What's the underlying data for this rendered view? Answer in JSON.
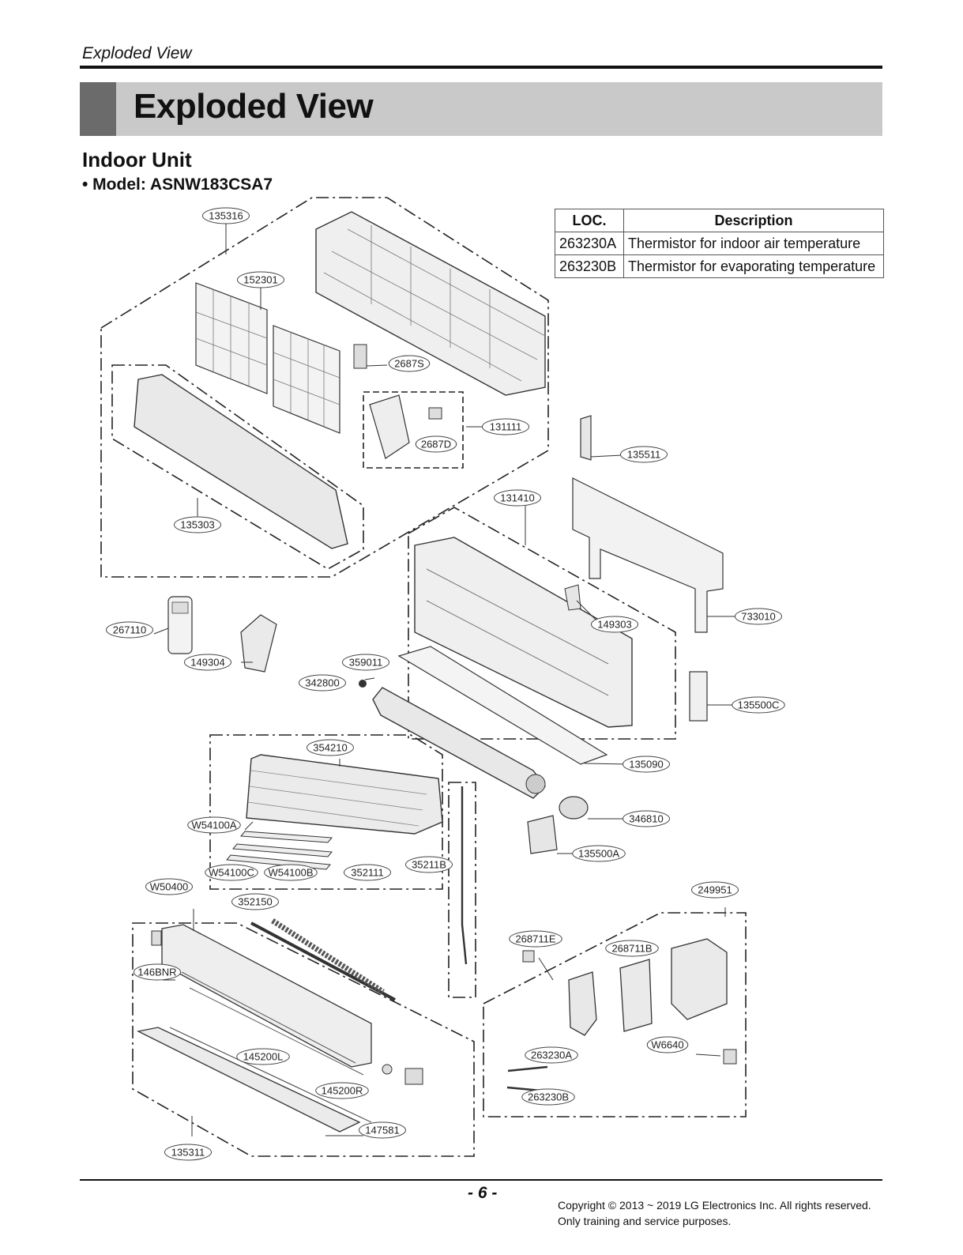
{
  "header": {
    "small_title": "Exploded View",
    "title": "Exploded View",
    "subtitle": "Indoor Unit",
    "model": "• Model: ASNW183CSA7"
  },
  "table": {
    "headers": [
      "LOC.",
      "Description"
    ],
    "rows": [
      {
        "loc": "263230A",
        "desc": "Thermistor for indoor air temperature"
      },
      {
        "loc": "263230B",
        "desc": "Thermistor for evaporating temperature"
      }
    ]
  },
  "parts": [
    "135316",
    "152301",
    "2687S",
    "131111",
    "2687D",
    "135511",
    "135303",
    "131410",
    "267110",
    "149304",
    "149303",
    "733010",
    "359011",
    "342800",
    "135500C",
    "354210",
    "135090",
    "346810",
    "W54100A",
    "135500A",
    "W54100C",
    "W54100B",
    "352111",
    "35211B",
    "W50400",
    "352150",
    "249951",
    "268711E",
    "268711B",
    "146BNR",
    "W6640",
    "145200L",
    "263230A",
    "145200R",
    "263230B",
    "135311",
    "147581"
  ],
  "footer": {
    "page": "- 6 -",
    "copyright": "Copyright © 2013 ~ 2019 LG Electronics Inc. All rights reserved.",
    "note": "Only training and service purposes."
  }
}
